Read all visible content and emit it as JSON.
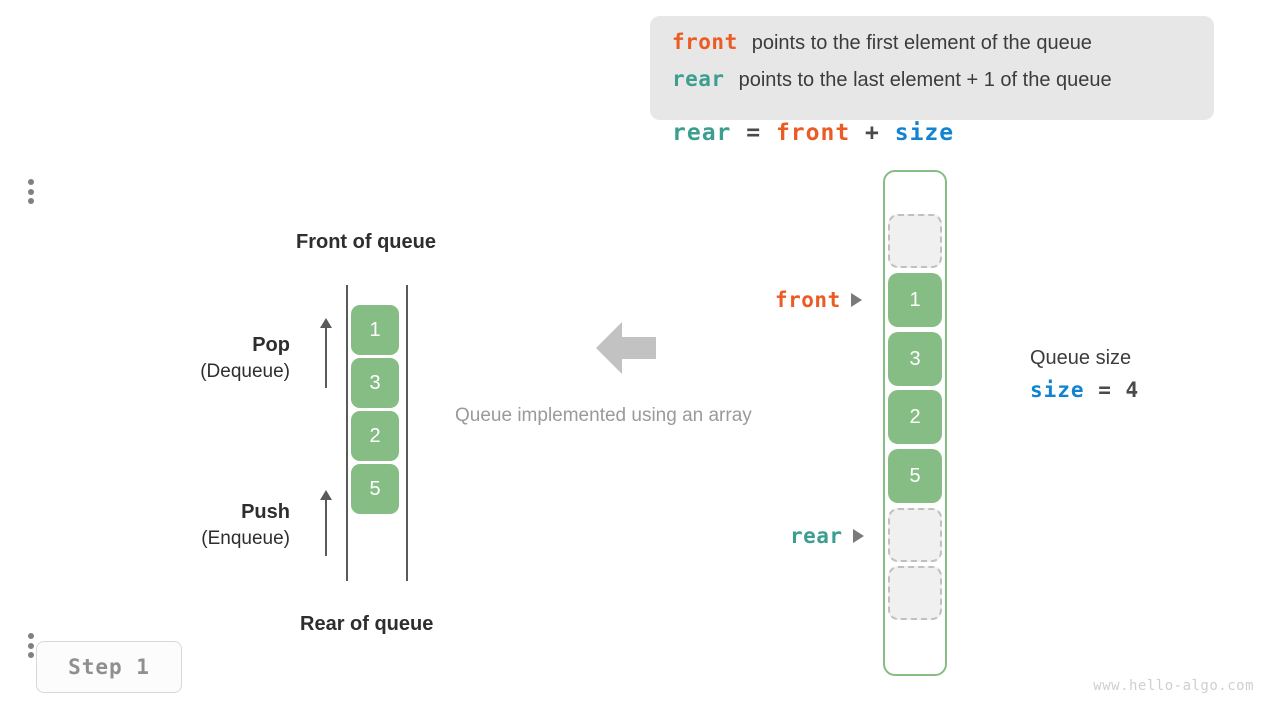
{
  "legend": {
    "lines": [
      {
        "keyword": "front",
        "keyword_color": "#ec5b23",
        "text": "points to the first element of the queue"
      },
      {
        "keyword": "rear",
        "keyword_color": "#3b9e8f",
        "text": "points to the last element + 1 of the queue"
      }
    ]
  },
  "formula": {
    "lhs": "rear",
    "eq": " = ",
    "op1": "front",
    "plus": " + ",
    "op2": "size"
  },
  "left_queue": {
    "front_title": "Front of queue",
    "rear_title": "Rear of queue",
    "cells": [
      "1",
      "3",
      "2",
      "5"
    ],
    "pop": {
      "main": "Pop",
      "sub": "(Dequeue)"
    },
    "push": {
      "main": "Push",
      "sub": "(Enqueue)"
    }
  },
  "center": {
    "caption": "Queue implemented using an array"
  },
  "array": {
    "cells": [
      {
        "kind": "empty",
        "value": ""
      },
      {
        "kind": "filled",
        "value": "1"
      },
      {
        "kind": "filled",
        "value": "3"
      },
      {
        "kind": "filled",
        "value": "2"
      },
      {
        "kind": "filled",
        "value": "5"
      },
      {
        "kind": "empty",
        "value": ""
      },
      {
        "kind": "empty",
        "value": ""
      }
    ],
    "pointers": {
      "front": "front",
      "rear": "rear"
    }
  },
  "size_block": {
    "title": "Queue size",
    "keyword": "size",
    "expr": " = 4"
  },
  "step_badge": "Step 1",
  "watermark": "www.hello-algo.com",
  "colors": {
    "green": "#86bd85",
    "orange": "#ec5b23",
    "teal": "#3b9e8f",
    "blue": "#1283d0",
    "gray": "#9a9a9a"
  }
}
